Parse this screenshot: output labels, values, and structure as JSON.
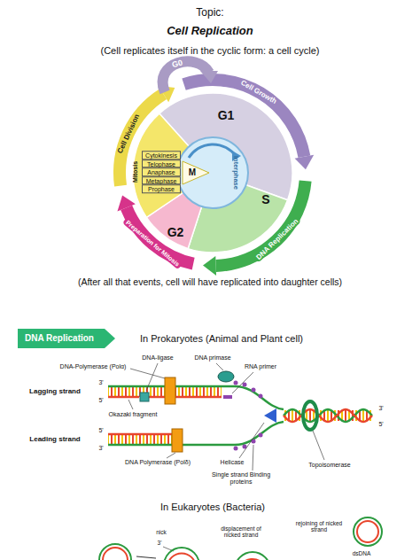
{
  "diagram": {
    "title": "Cell Replication",
    "nodes": [
      {
        "text": [
          "DNA Replication"
        ]
      }
    ],
    "labels": [
      "Topic:",
      "(Cell replicates itself in the cyclic form: a cell cycle)",
      "G0",
      "Cell Growth",
      "G1",
      "Interphase",
      "S",
      "DNA Replication",
      "G2",
      "Preparation for Mitosis",
      "M",
      "Cytokinesis",
      "Telophase",
      "Anaphase",
      "Metaphase",
      "Prophase",
      "Mitosis",
      "Cell Division",
      "(After all that events, cell will have replicated into daughter cells)",
      "In Prokaryotes (Animal and Plant cell)",
      "DNA primase",
      "DNA-ligase",
      "RNA primer",
      "DNA-Polymerase (Polα)",
      "Okazaki fragment",
      "Lagging strand",
      "3'",
      "5'",
      "Leading strand",
      "5'",
      "3'",
      "3'",
      "5'",
      "DNA Polymerase (Polδ)",
      "Helicase",
      "Single strand Binding proteins",
      "Topoisomerase",
      "In Eukaryotes (Bacteria)",
      "nick",
      "3'",
      "displacement of nicked strand",
      "rejoining of nicked strand",
      "dsDNA"
    ]
  }
}
